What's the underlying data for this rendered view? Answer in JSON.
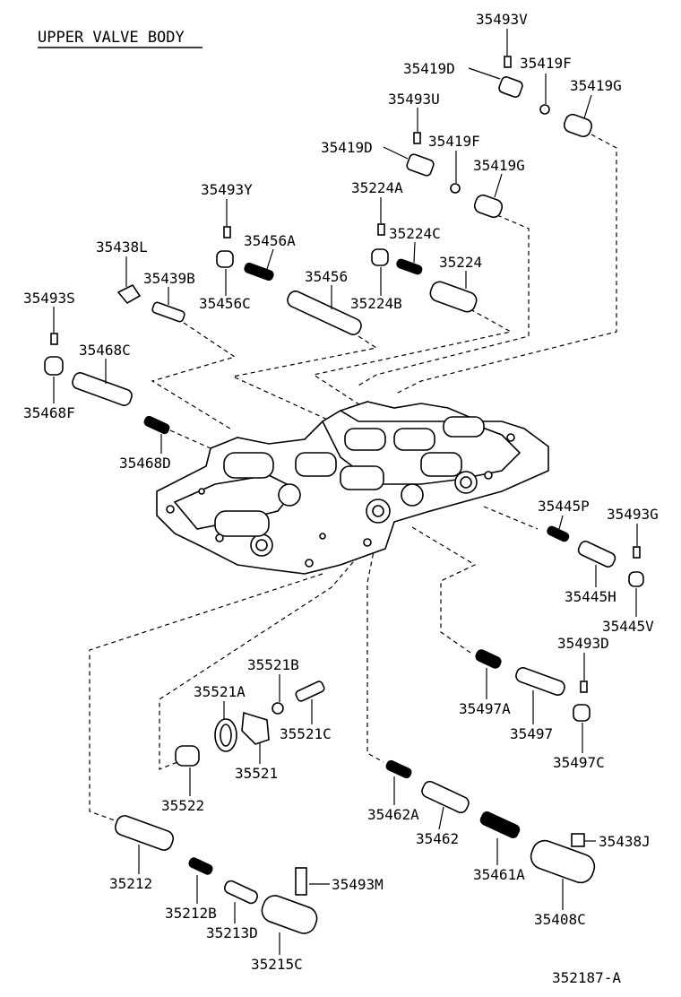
{
  "title": "UPPER VALVE BODY",
  "figure_id": "352187-A",
  "parts": {
    "p35493V": "35493V",
    "p35419D_top": "35419D",
    "p35419F_top": "35419F",
    "p35419G_top": "35419G",
    "p35493U": "35493U",
    "p35419D": "35419D",
    "p35419F": "35419F",
    "p35419G": "35419G",
    "p35224A": "35224A",
    "p35493Y": "35493Y",
    "p35456A": "35456A",
    "p35224C": "35224C",
    "p35438L": "35438L",
    "p35439B": "35439B",
    "p35456": "35456",
    "p35224": "35224",
    "p35456C": "35456C",
    "p35224B": "35224B",
    "p35493S": "35493S",
    "p35468C": "35468C",
    "p35468F": "35468F",
    "p35468D": "35468D",
    "p35445P": "35445P",
    "p35493G": "35493G",
    "p35445H": "35445H",
    "p35445V": "35445V",
    "p35493D": "35493D",
    "p35521B": "35521B",
    "p35521A": "35521A",
    "p35497A": "35497A",
    "p35521C": "35521C",
    "p35497": "35497",
    "p35521": "35521",
    "p35497C": "35497C",
    "p35522": "35522",
    "p35462A": "35462A",
    "p35462": "35462",
    "p35438J": "35438J",
    "p35212": "35212",
    "p35461A": "35461A",
    "p35493M": "35493M",
    "p35212B": "35212B",
    "p35408C": "35408C",
    "p35213D": "35213D",
    "p35215C": "35215C"
  }
}
